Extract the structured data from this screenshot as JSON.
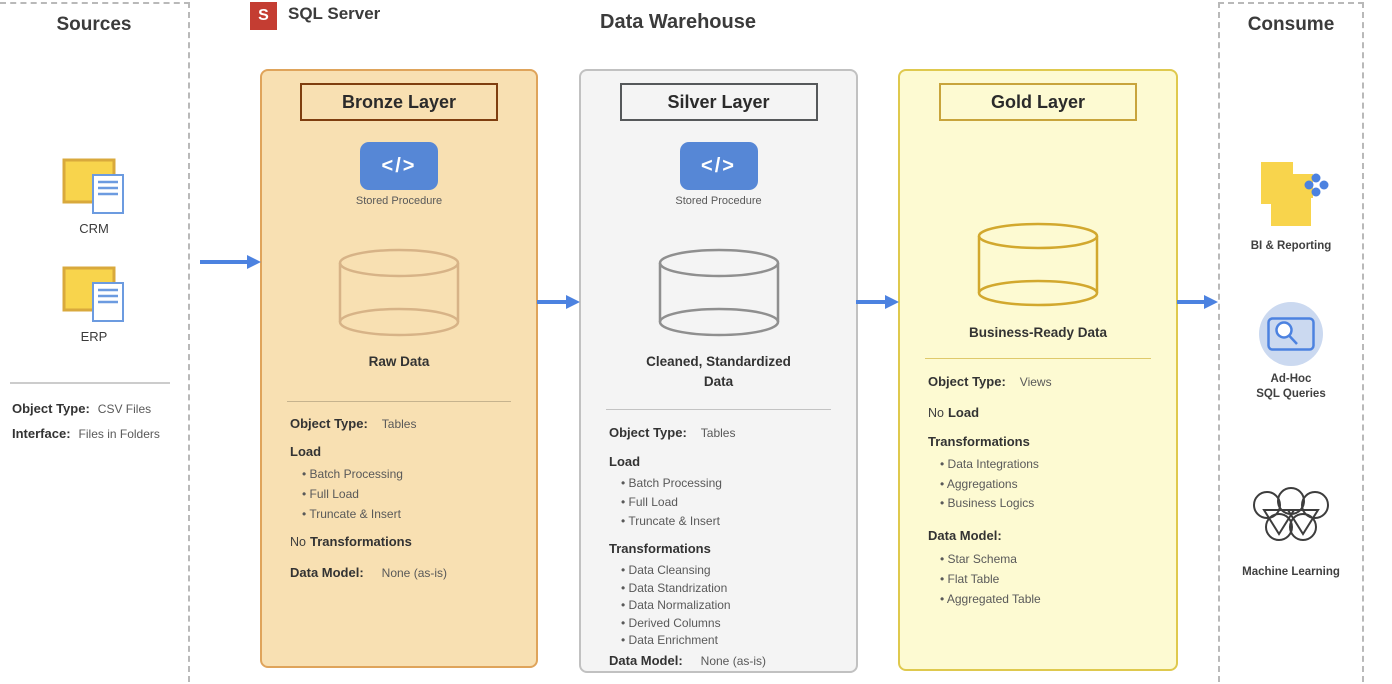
{
  "sources": {
    "title": "Sources",
    "items": [
      {
        "label": "CRM"
      },
      {
        "label": "ERP"
      }
    ],
    "object_type_label": "Object Type:",
    "object_type_value": "CSV Files",
    "interface_label": "Interface:",
    "interface_value": "Files in Folders"
  },
  "warehouse": {
    "title": "Data Warehouse",
    "platform": "SQL Server",
    "platform_letter": "S",
    "layers": [
      {
        "name": "Bronze Layer",
        "sp_glyph": "</>",
        "sp_label": "Stored Procedure",
        "data_label": "Raw Data",
        "object_type_label": "Object Type:",
        "object_type_value": "Tables",
        "load_label": "Load",
        "load_items": [
          "Batch Processing",
          "Full Load",
          "Truncate & Insert"
        ],
        "no_label": "No",
        "transformations_label": "Transformations",
        "data_model_label": "Data Model:",
        "data_model_value": "None (as-is)"
      },
      {
        "name": "Silver Layer",
        "sp_glyph": "</>",
        "sp_label": "Stored Procedure",
        "data_label_line1": "Cleaned, Standardized",
        "data_label_line2": "Data",
        "object_type_label": "Object Type:",
        "object_type_value": "Tables",
        "load_label": "Load",
        "load_items": [
          "Batch Processing",
          "Full Load",
          "Truncate & Insert"
        ],
        "transformations_label": "Transformations",
        "transformation_items": [
          "Data Cleansing",
          "Data Standrization",
          "Data Normalization",
          "Derived Columns",
          "Data Enrichment"
        ],
        "data_model_label": "Data Model:",
        "data_model_value": "None (as-is)"
      },
      {
        "name": "Gold Layer",
        "data_label": "Business-Ready Data",
        "object_type_label": "Object Type:",
        "object_type_value": "Views",
        "no_label": "No",
        "load_label": "Load",
        "transformations_label": "Transformations",
        "transformation_items": [
          "Data Integrations",
          "Aggregations",
          "Business Logics"
        ],
        "data_model_label": "Data Model:",
        "data_model_items": [
          "Star Schema",
          "Flat Table",
          "Aggregated Table"
        ]
      }
    ]
  },
  "consume": {
    "title": "Consume",
    "items": [
      {
        "label": "BI & Reporting"
      },
      {
        "label_line1": "Ad-Hoc",
        "label_line2": "SQL Queries"
      },
      {
        "label": "Machine Learning"
      }
    ]
  },
  "colors": {
    "arrow_blue": "#4c82e0",
    "stored_procedure_blue": "#5687d6",
    "sql_server_red": "#c43d32",
    "file_yellow": "#f8d44c",
    "bronze_fill": "#f8e0b2",
    "bronze_border": "#dfa45b",
    "bronze_title_border": "#7f3e0f",
    "bronze_cylinder": "#d7b387",
    "silver_fill": "#f4f4f4",
    "silver_border": "#c1c1c1",
    "silver_title_border": "#55585a",
    "silver_cylinder": "#8f8f8f",
    "gold_fill": "#fdfad2",
    "gold_border": "#dfc94e",
    "gold_title_border": "#c8a43c",
    "gold_cylinder": "#d2a82e",
    "adhoc_circle": "#cbd9f0"
  }
}
